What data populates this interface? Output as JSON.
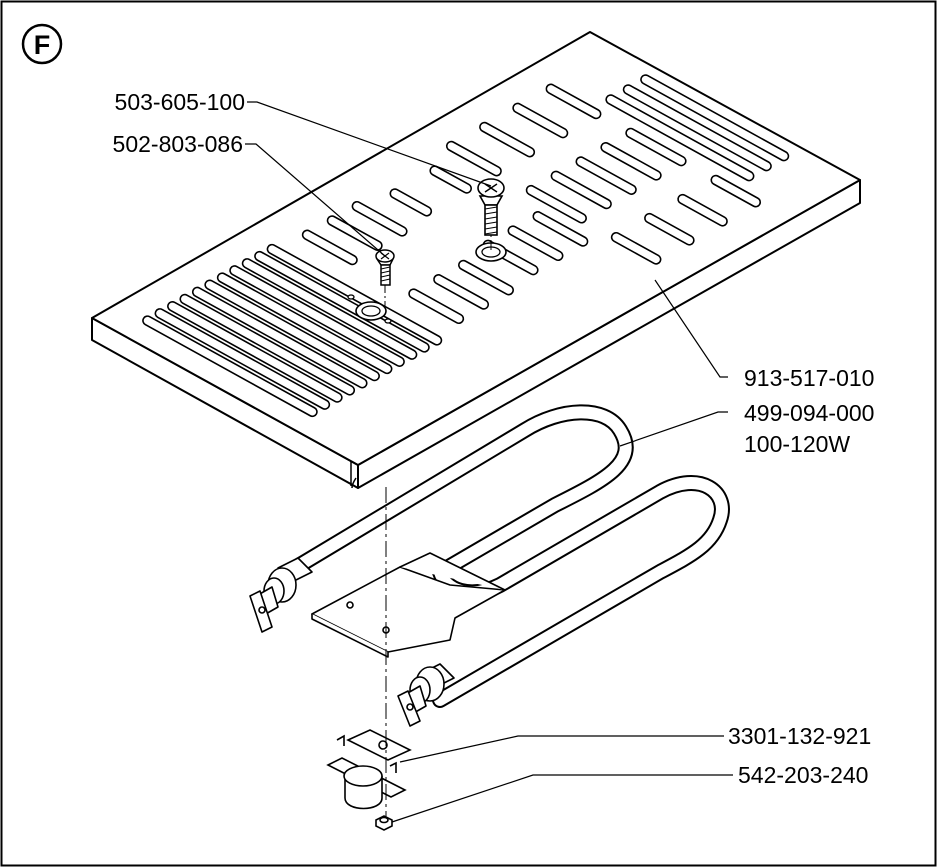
{
  "section_letter": "F",
  "part_labels": {
    "screw_large": "503-605-100",
    "screw_small": "502-803-086",
    "drip_tray": "913-517-010",
    "heater_part": "499-094-000",
    "heater_wattage": "100-120W",
    "thermostat": "3301-132-921",
    "nut": "542-203-240"
  }
}
